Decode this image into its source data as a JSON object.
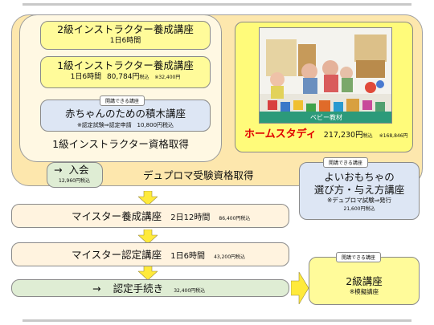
{
  "course_2kyu_instructor": {
    "title": "2級インストラクター養成講座",
    "duration": "1日6時間"
  },
  "course_1kyu_instructor": {
    "title": "1級インストラクター養成講座",
    "duration": "1日6時間",
    "price": "80,784円",
    "tax_label": "税込",
    "note": "※32,400円"
  },
  "course_blocks": {
    "tag": "開講できる講座",
    "title": "赤ちゃんのための積木講座",
    "note": "※認定試験⇒認定申請",
    "price": "10,800円税込"
  },
  "certificate_1kyu": "1級インストラクター資格取得",
  "enrollment": {
    "arrow": "→",
    "label": "入会",
    "price": "12,960円税込"
  },
  "diploma": "デュプロマ受験資格取得",
  "home_study": {
    "photo_caption": "ベビー教材",
    "title": "ホームスタディ",
    "price": "217,230円",
    "tax_label": "税込",
    "note": "※168,846円"
  },
  "course_toys": {
    "tag": "開講できる講座",
    "title_line1": "よいおもちゃの",
    "title_line2": "選び方・与え方講座",
    "note": "※デュプロマ試験⇒発行",
    "price": "21,600円税込"
  },
  "course_meister_training": {
    "title": "マイスター養成講座",
    "duration": "2日12時間",
    "price": "86,400円税込"
  },
  "course_meister_cert": {
    "title": "マイスター認定講座",
    "duration": "1日6時間",
    "price": "43,200円税込"
  },
  "cert_procedure": {
    "arrow": "→",
    "title": "認定手続き",
    "price": "32,400円税込"
  },
  "course_2kyu": {
    "tag": "開講できる講座",
    "title": "2級講座",
    "note": "※模擬講座"
  },
  "colors": {
    "orange_panel": "#fde7ad",
    "yellow_box": "#fffb9a",
    "blue_box": "#dde6f4",
    "green_box": "#dfedd4",
    "red_text": "#e00000",
    "arrow_yellow": "#ffea3c"
  }
}
